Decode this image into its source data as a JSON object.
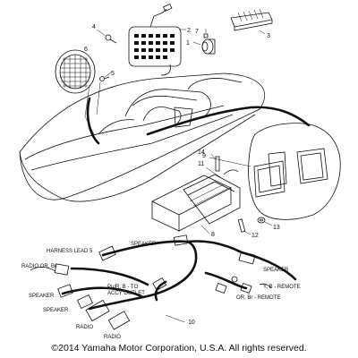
{
  "diagram": {
    "callouts": {
      "c1": "1",
      "c2": "2",
      "c3": "3",
      "c4": "4",
      "c5": "5",
      "c6": "6",
      "c7": "7",
      "c8": "8",
      "c9": "9",
      "c10": "10",
      "c11": "11",
      "c12": "12",
      "c13": "13",
      "c14": "14"
    },
    "wire_labels": {
      "harness_lead": "HARNESS LEAD 5",
      "speaker_top": "SPEAKER",
      "radio_or_br": "RADIO OR, Br",
      "speaker_right": "SPEAKER",
      "speaker_left": "SPEAKER",
      "pu_r_b_line1": "Pu/R, B - TO",
      "pu_r_b_line2": "ACCY OUTLET",
      "y_b_remote": "Y, B - REMOTE",
      "speaker_bottom": "SPEAKER",
      "or_br_remote": "OR, Br - REMOTE",
      "radio_1": "RADIO",
      "radio_2": "RADIO"
    },
    "copyright": "©2014 Yamaha Motor Corporation, U.S.A. All rights reserved."
  }
}
